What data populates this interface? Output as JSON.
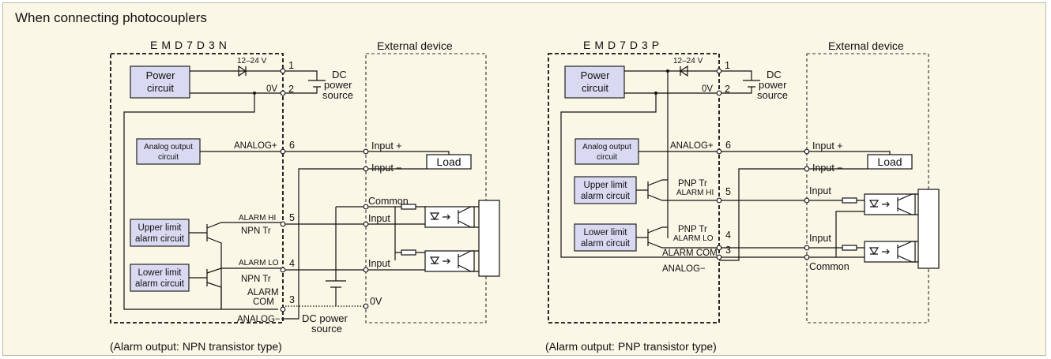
{
  "heading": "When connecting photocouplers",
  "left": {
    "model": "EMD7D3N",
    "external_label": "External device",
    "power_circuit": [
      "Power",
      "circuit"
    ],
    "analog_circuit": [
      "Analog output",
      "circuit"
    ],
    "upper_alarm": [
      "Upper limit",
      "alarm circuit"
    ],
    "lower_alarm": [
      "Lower limit",
      "alarm circuit"
    ],
    "v_range": "12–24 V",
    "ov": "0V",
    "dc_label": [
      "DC",
      "power",
      "source"
    ],
    "analog_plus": "ANALOG+",
    "alarm_hi": "ALARM HI",
    "alarm_lo": "ALARM LO",
    "npn_tr": "NPN Tr",
    "alarm_com": [
      "ALARM",
      "COM"
    ],
    "analog_minus": "ANALOG−",
    "terminals": [
      "1",
      "2",
      "6",
      "5",
      "4",
      "3"
    ],
    "input_plus": "Input +",
    "input_minus": "Input −",
    "load": "Load",
    "common": "Common",
    "input": "Input",
    "ext_0v": "0V",
    "dc_power_source": [
      "DC power",
      "source"
    ],
    "caption": "(Alarm output: NPN transistor type)"
  },
  "right": {
    "model": "EMD7D3P",
    "external_label": "External device",
    "power_circuit": [
      "Power",
      "circuit"
    ],
    "analog_circuit": [
      "Analog output",
      "circuit"
    ],
    "upper_alarm": [
      "Upper limit",
      "alarm circuit"
    ],
    "lower_alarm": [
      "Lower limit",
      "alarm circuit"
    ],
    "v_range": "12–24 V",
    "ov": "0V",
    "dc_label": [
      "DC",
      "power",
      "source"
    ],
    "analog_plus": "ANALOG+",
    "pnp_tr": "PNP Tr",
    "alarm_hi": "ALARM HI",
    "alarm_lo": "ALARM LO",
    "alarm_com": "ALARM COM",
    "analog_minus": "ANALOG−",
    "terminals": [
      "1",
      "2",
      "6",
      "5",
      "4",
      "3"
    ],
    "input_plus": "Input +",
    "input_minus": "Input −",
    "load": "Load",
    "input": "Input",
    "common": "Common",
    "caption": "(Alarm output: PNP transistor type)"
  }
}
